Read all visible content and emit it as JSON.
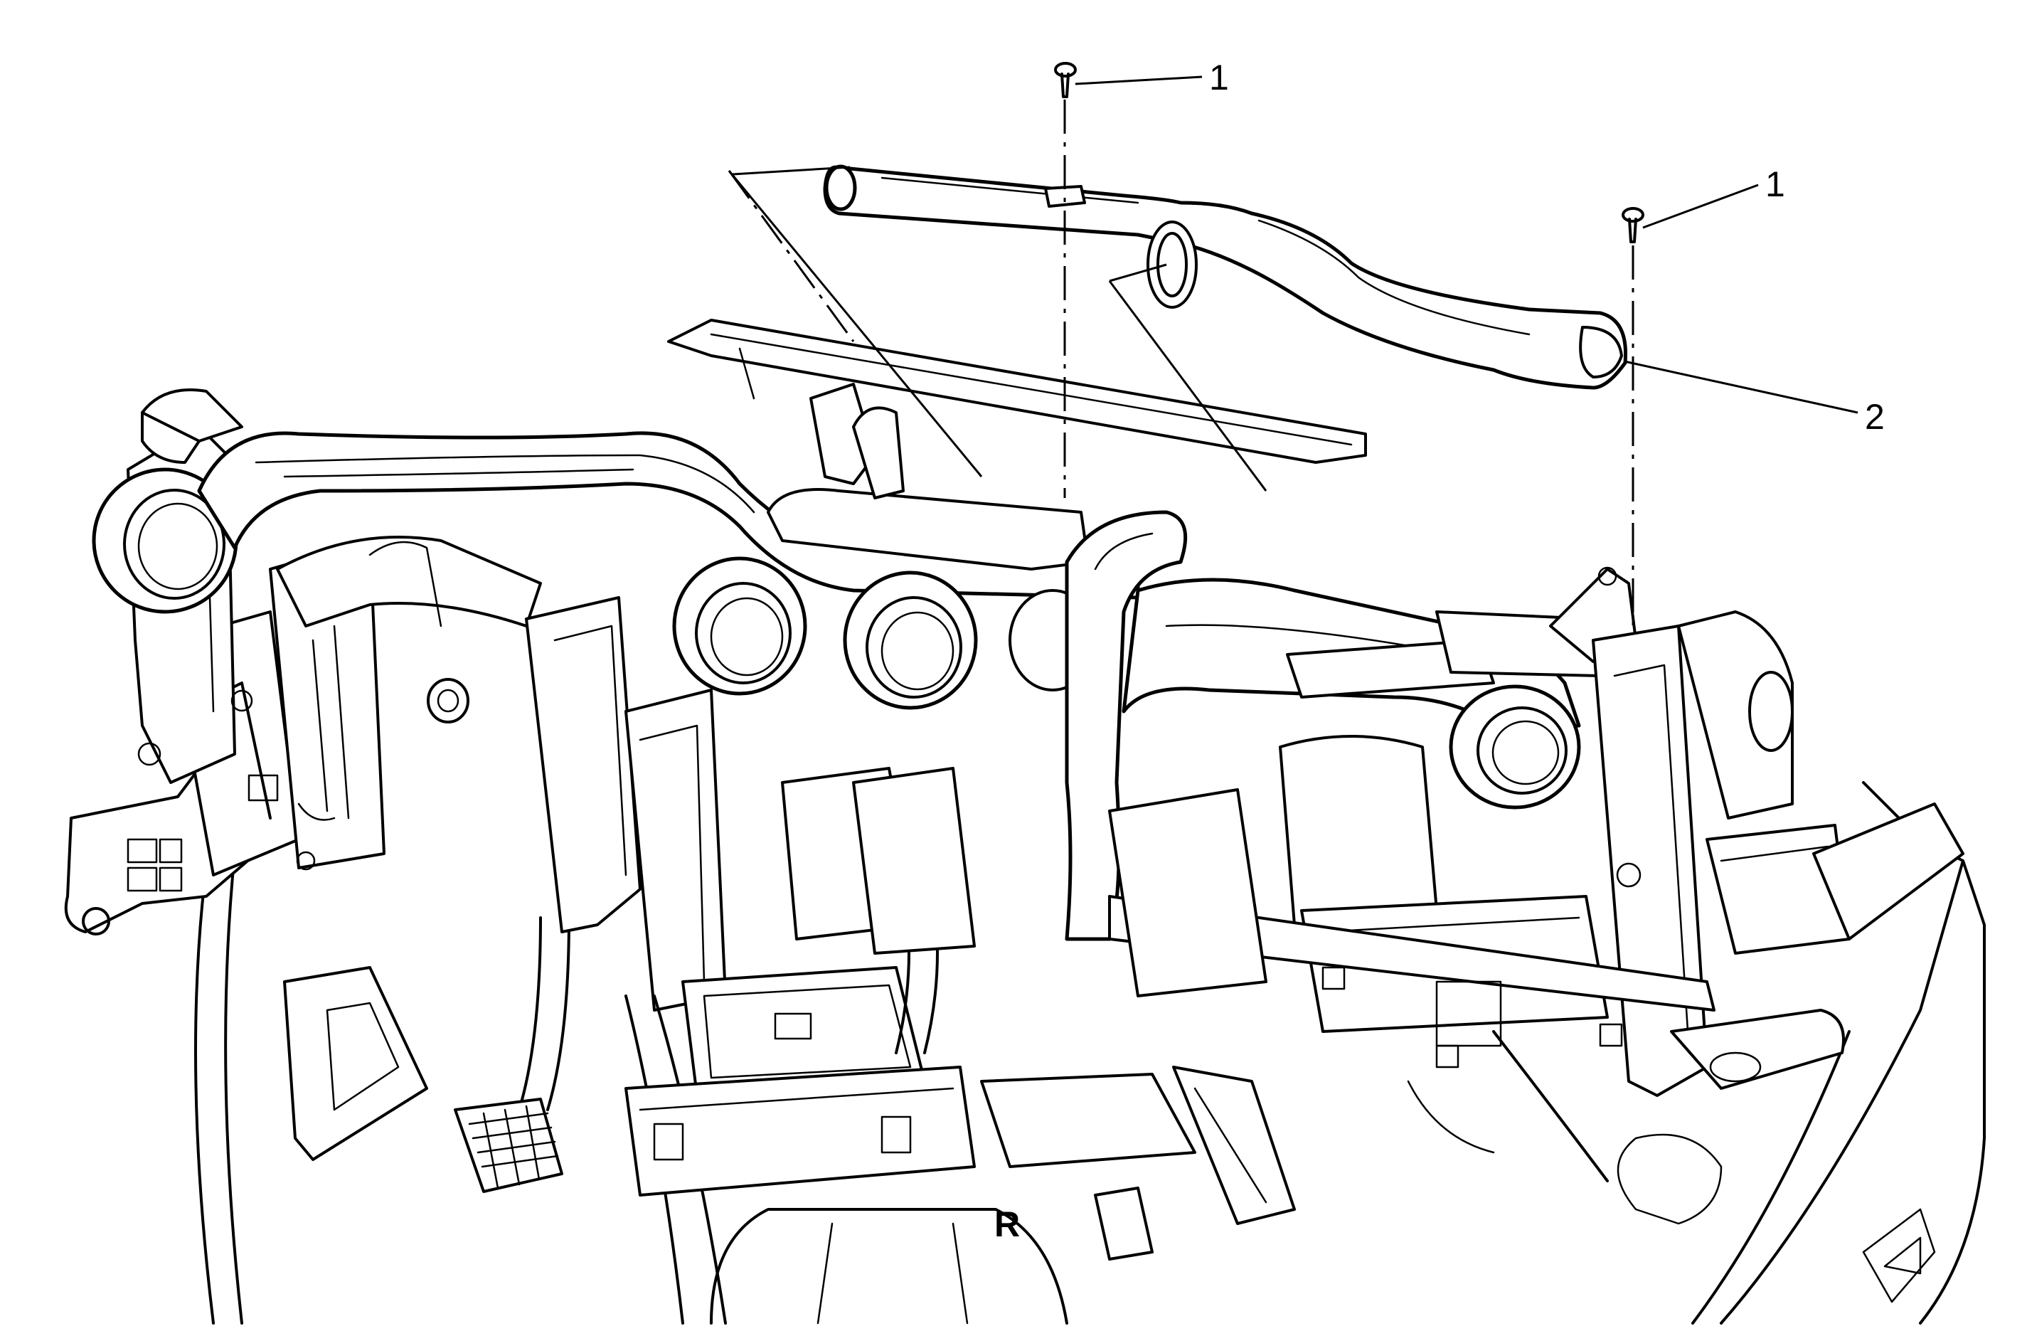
{
  "diagram": {
    "callouts": [
      {
        "id": "fastener-top",
        "label": "1"
      },
      {
        "id": "fastener-right",
        "label": "1"
      },
      {
        "id": "duct",
        "label": "2"
      }
    ],
    "stamped_marks": [
      {
        "id": "floor-mark",
        "text": "R"
      }
    ],
    "colors": {
      "line": "#000000",
      "background": "#ffffff"
    }
  }
}
